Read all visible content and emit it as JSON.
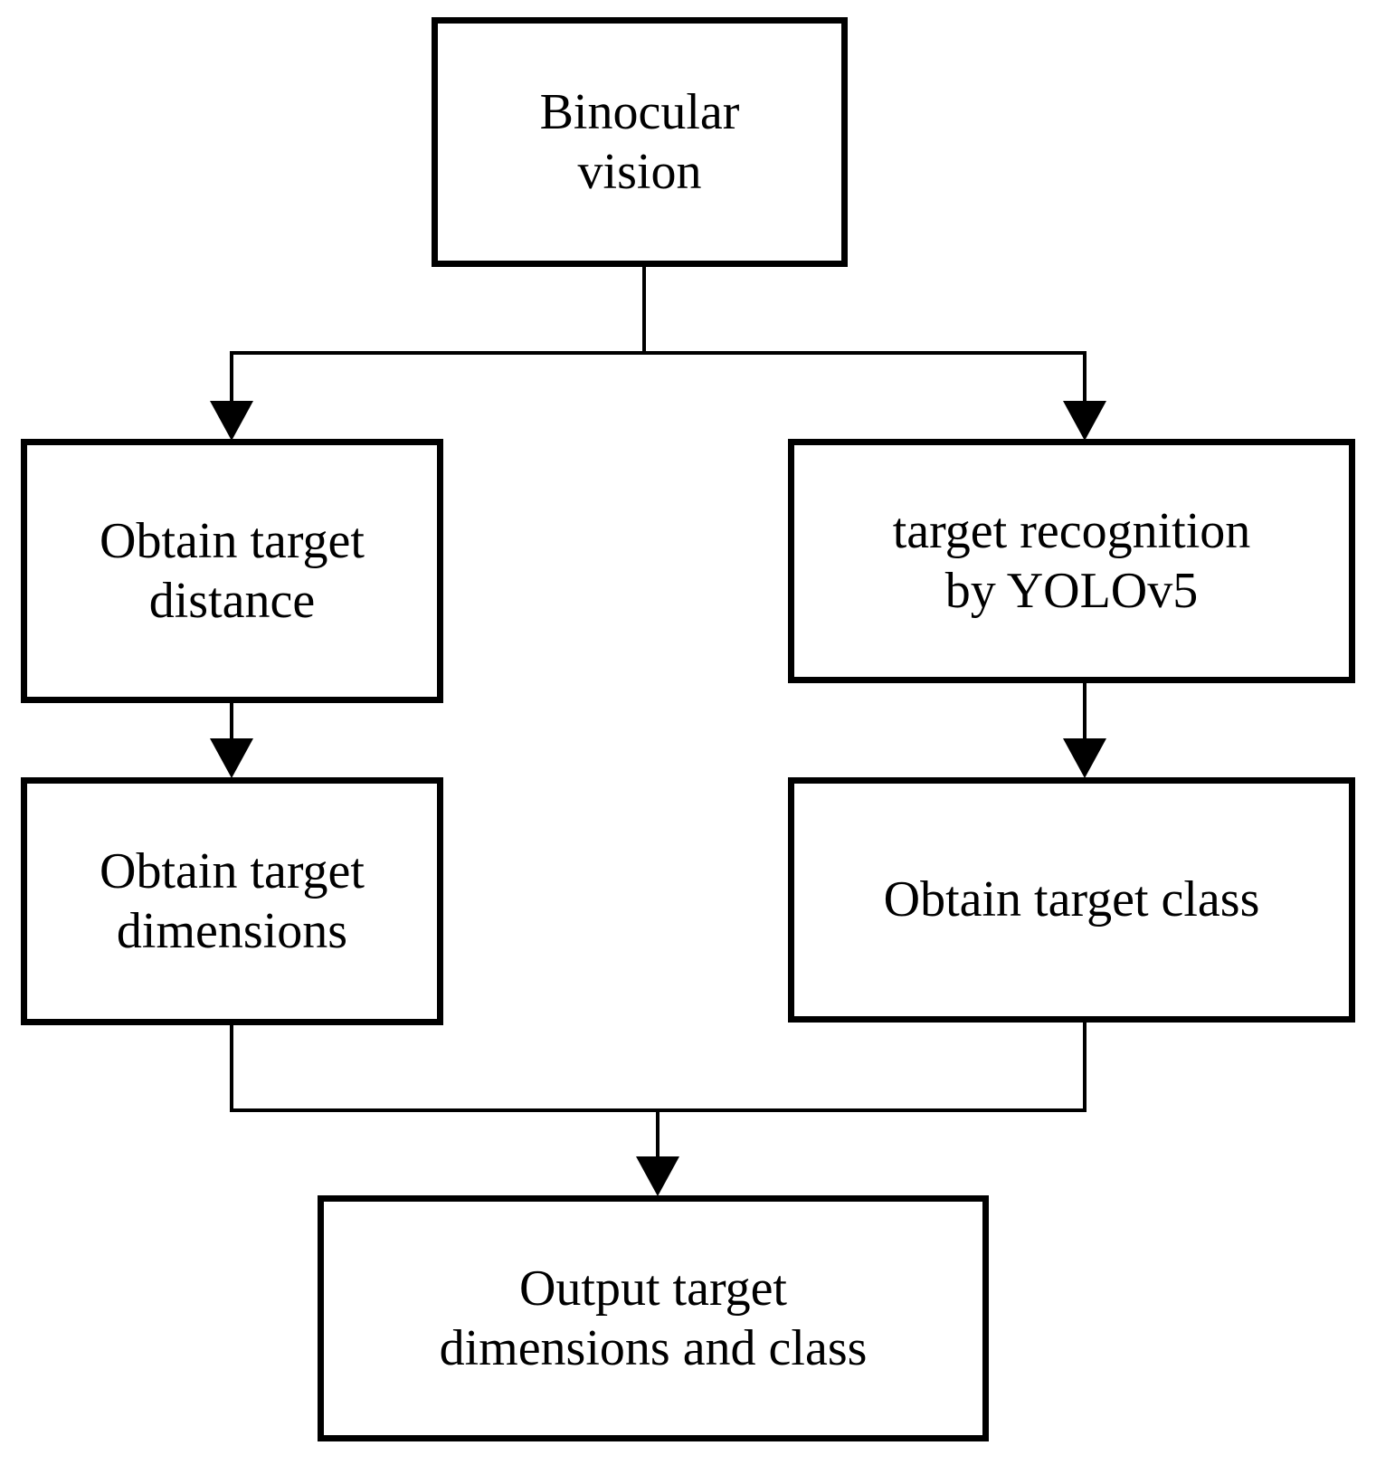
{
  "diagram": {
    "title": "Binocular vision target measurement and recognition flowchart",
    "type": "flowchart",
    "orientation": "top-to-bottom",
    "colors": {
      "background": "#ffffff",
      "node_border": "#000000",
      "node_fill": "#ffffff",
      "connector": "#000000",
      "text": "#000000"
    },
    "nodes": [
      {
        "id": "binocular-vision",
        "label": "Binocular\nvision",
        "shape": "rectangle",
        "role": "start"
      },
      {
        "id": "obtain-target-distance",
        "label": "Obtain target\ndistance",
        "shape": "rectangle",
        "role": "process"
      },
      {
        "id": "target-recognition",
        "label": "target recognition\nby YOLOv5",
        "shape": "rectangle",
        "role": "process"
      },
      {
        "id": "obtain-target-dimensions",
        "label": "Obtain target\ndimensions",
        "shape": "rectangle",
        "role": "process"
      },
      {
        "id": "obtain-target-class",
        "label": "Obtain target class",
        "shape": "rectangle",
        "role": "process"
      },
      {
        "id": "output-target",
        "label": "Output target\ndimensions and class",
        "shape": "rectangle",
        "role": "end"
      }
    ],
    "edges": [
      {
        "from": "binocular-vision",
        "to": "obtain-target-distance",
        "style": "elbow",
        "arrow": "filled-triangle"
      },
      {
        "from": "binocular-vision",
        "to": "target-recognition",
        "style": "elbow",
        "arrow": "filled-triangle"
      },
      {
        "from": "obtain-target-distance",
        "to": "obtain-target-dimensions",
        "style": "straight",
        "arrow": "filled-triangle"
      },
      {
        "from": "target-recognition",
        "to": "obtain-target-class",
        "style": "straight",
        "arrow": "filled-triangle"
      },
      {
        "from": "obtain-target-dimensions",
        "to": "output-target",
        "style": "elbow",
        "arrow": "filled-triangle"
      },
      {
        "from": "obtain-target-class",
        "to": "output-target",
        "style": "elbow",
        "arrow": "filled-triangle"
      }
    ]
  }
}
